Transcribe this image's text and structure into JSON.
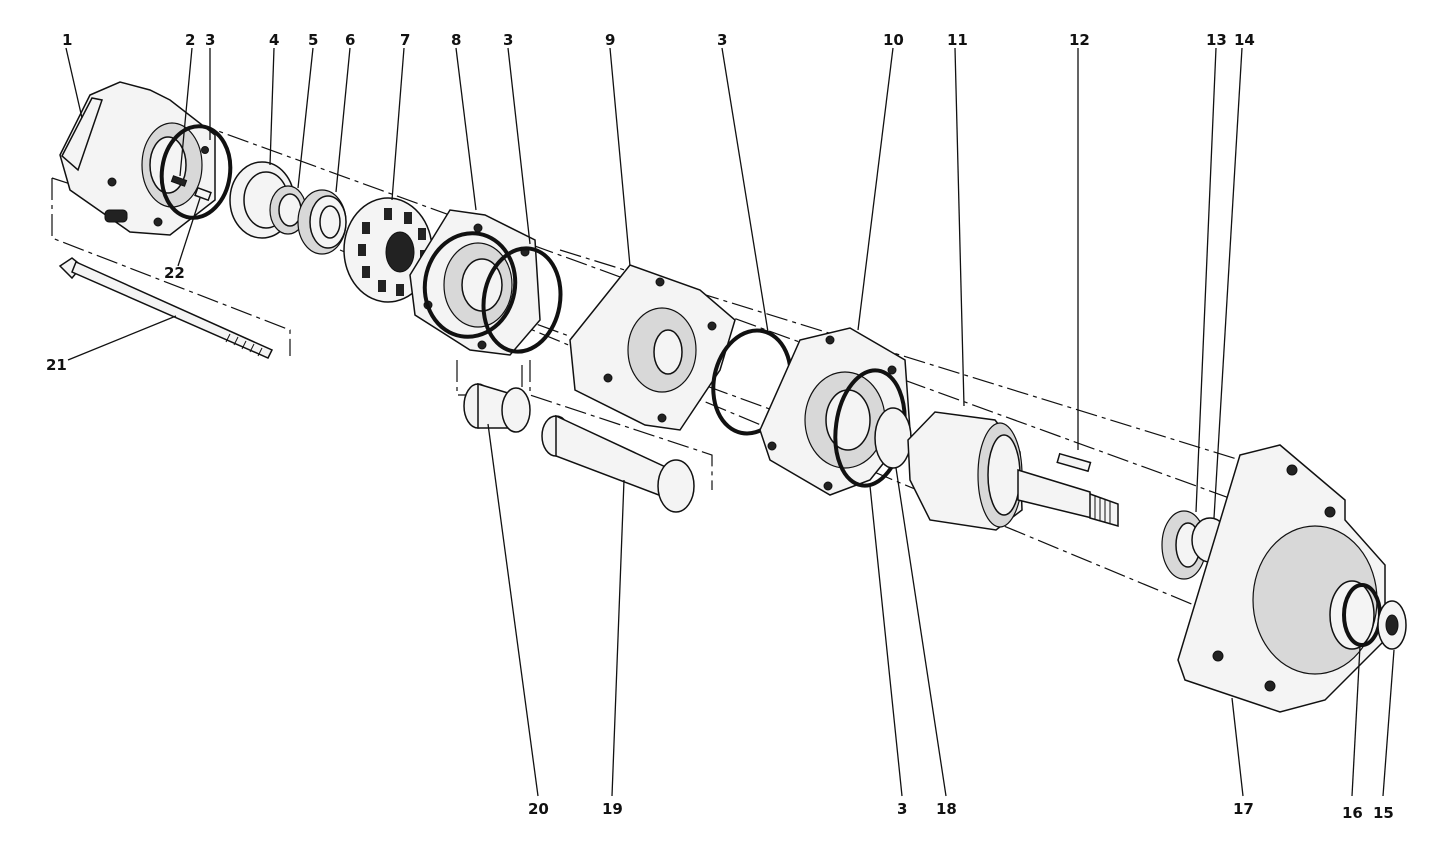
{
  "diagram": {
    "labels": {
      "p1": "1",
      "p2": "2",
      "p3a": "3",
      "p4": "4",
      "p5": "5",
      "p6": "6",
      "p7": "7",
      "p8": "8",
      "p3b": "3",
      "p9": "9",
      "p3c": "3",
      "p10": "10",
      "p11": "11",
      "p12": "12",
      "p13": "13",
      "p14": "14",
      "p22": "22",
      "p21": "21",
      "p20": "20",
      "p19": "19",
      "p3d": "3",
      "p18": "18",
      "p17": "17",
      "p16": "16",
      "p15": "15"
    }
  }
}
